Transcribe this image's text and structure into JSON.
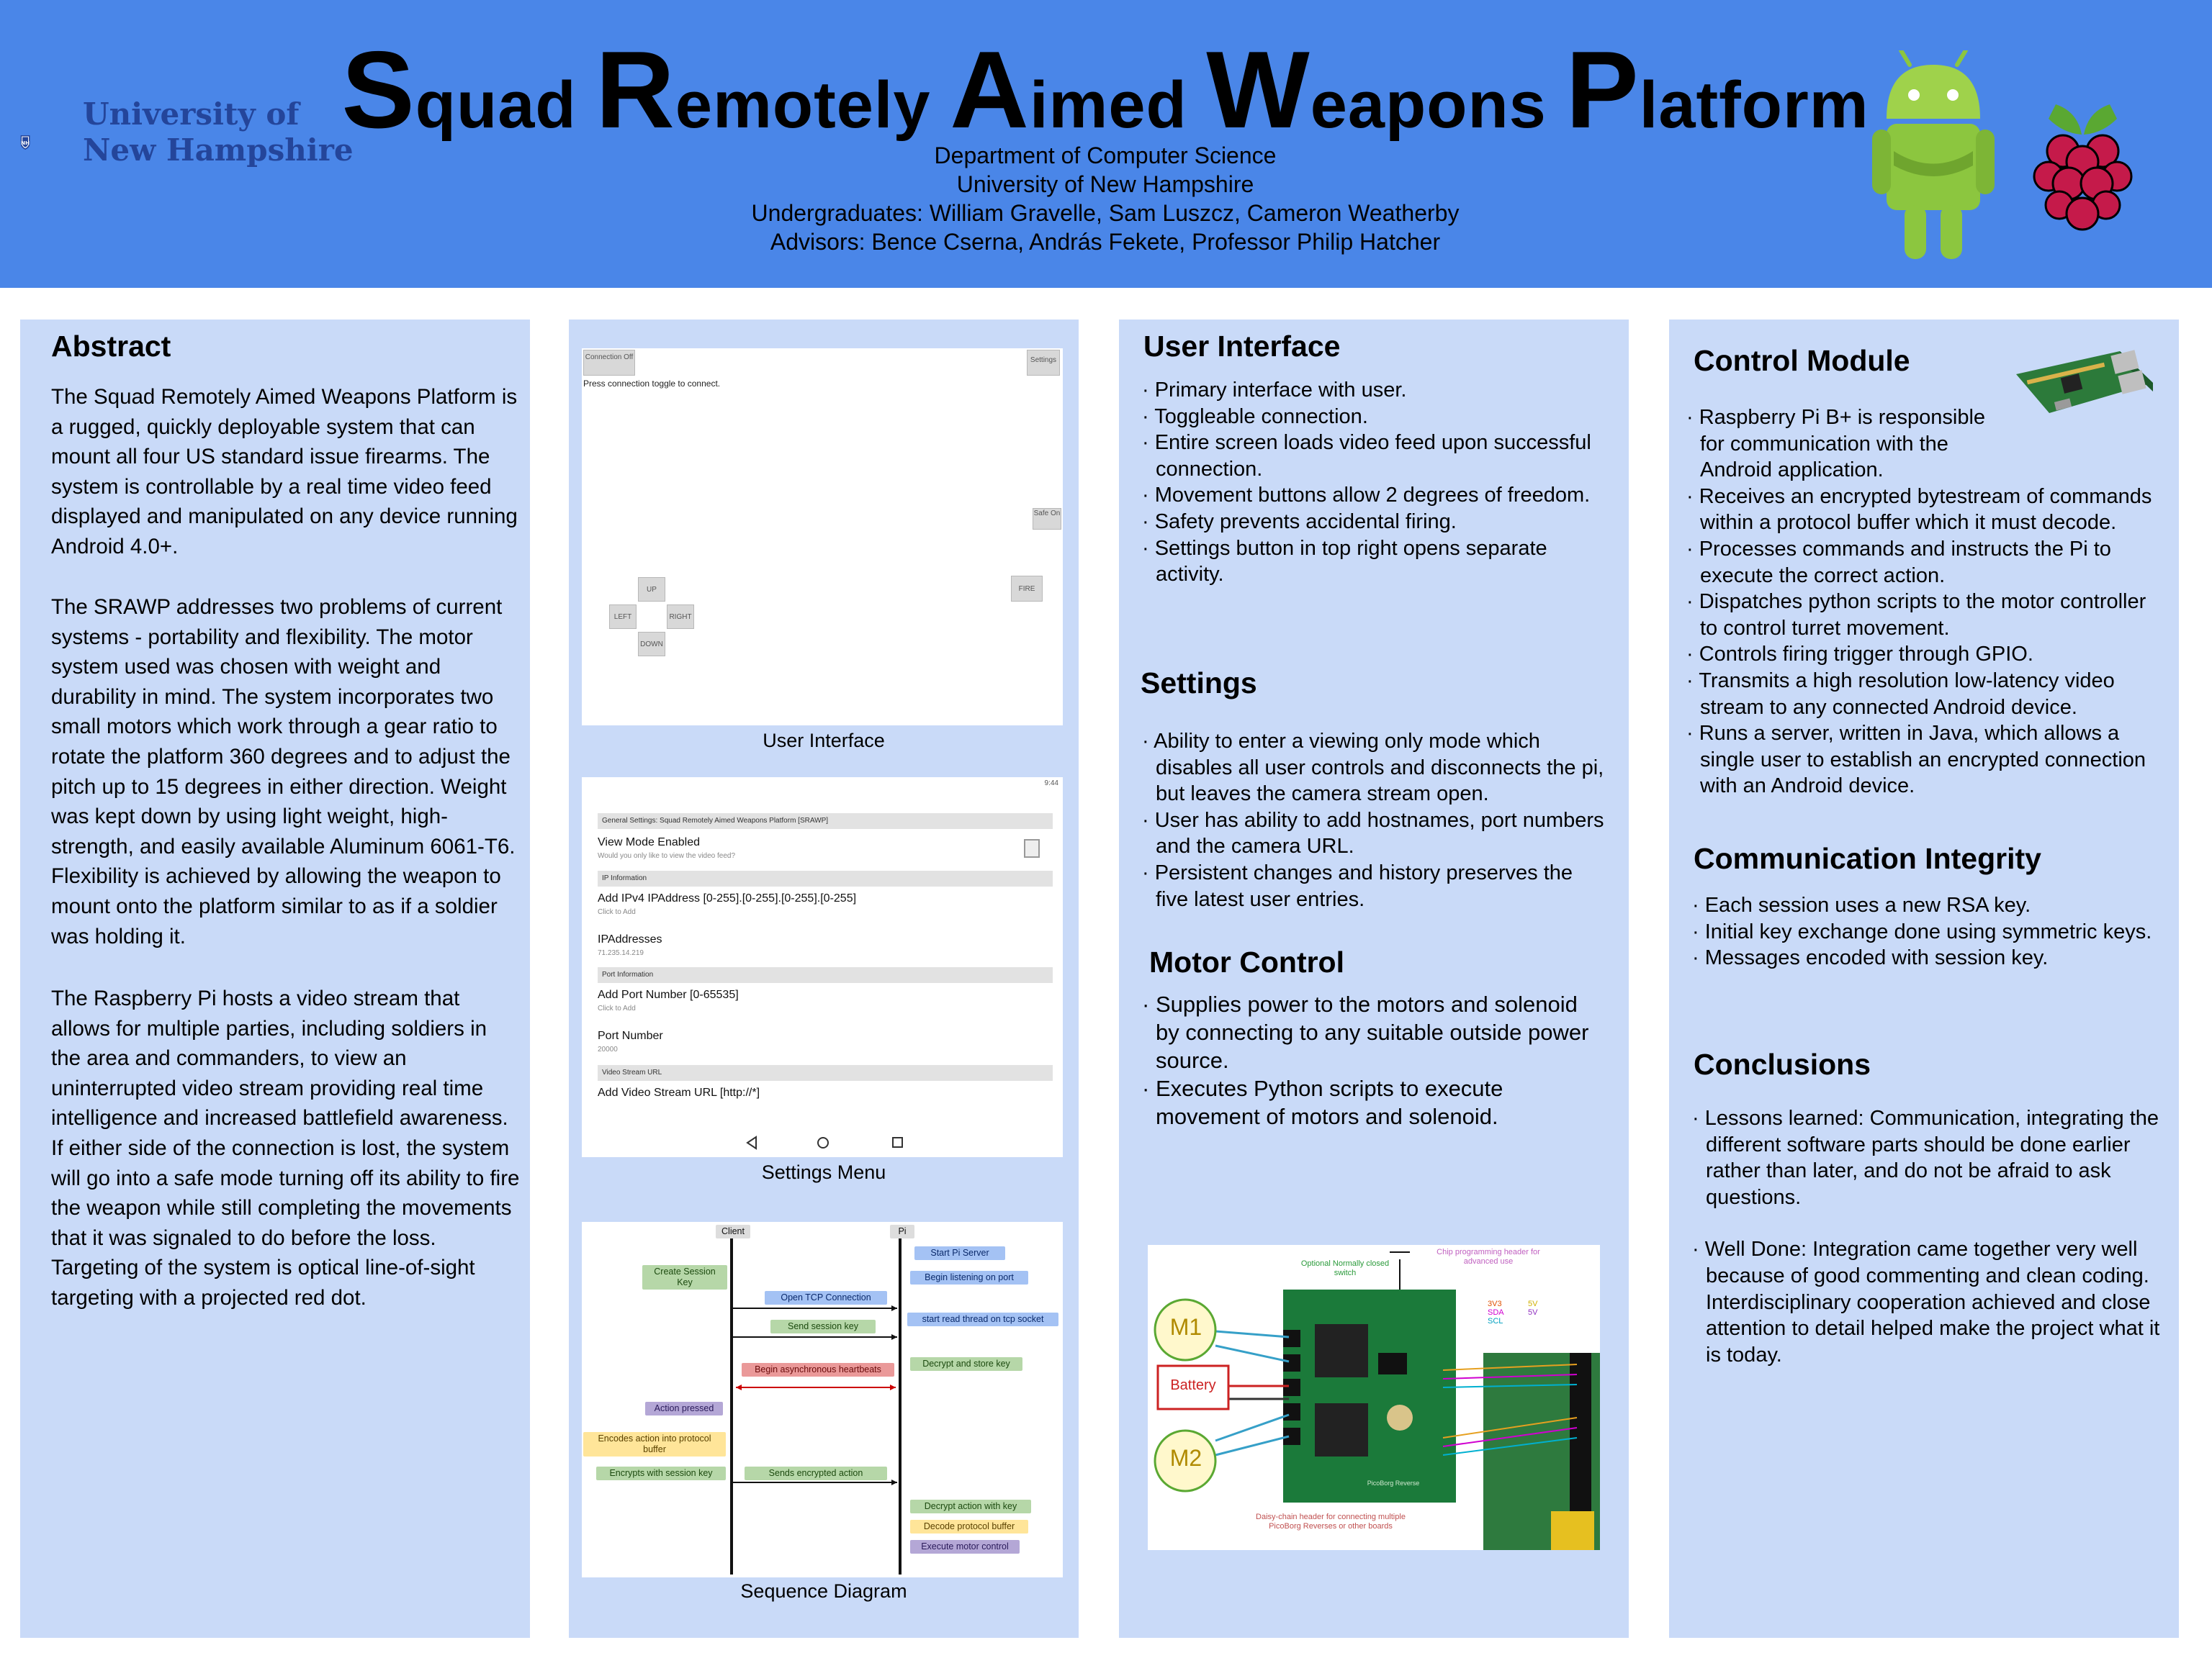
{
  "header": {
    "university": [
      "University of",
      "New Hampshire"
    ],
    "title_words": [
      {
        "cap": "S",
        "rest": "quad"
      },
      {
        "cap": "R",
        "rest": "emotely"
      },
      {
        "cap": "A",
        "rest": "imed"
      },
      {
        "cap": "W",
        "rest": "eapons"
      },
      {
        "cap": "P",
        "rest": "latform"
      }
    ],
    "department": "Department of Computer Science",
    "institution": "University of New Hampshire",
    "undergraduates": "Undergraduates: William Gravelle, Sam Luszcz, Cameron Weatherby",
    "advisors": "Advisors: Bence Cserna, András Fekete, Professor Philip Hatcher"
  },
  "abstract": {
    "heading": "Abstract",
    "paragraphs": [
      "The Squad Remotely Aimed Weapons Platform is a rugged, quickly deployable system that can mount all four US standard issue firearms. The system is controllable by a real time video feed displayed and manipulated on any device running Android 4.0+.",
      "The SRAWP addresses two problems of current systems - portability and flexibility. The motor system used was chosen with weight and durability in mind. The system incorporates two small motors which work through a gear ratio to rotate the platform 360 degrees and to adjust the pitch up to 15 degrees in either direction. Weight was kept down by using light weight, high-strength, and easily available Aluminum 6061-T6. Flexibility is achieved by allowing the weapon to mount onto the platform similar to as if a soldier was holding it.",
      "The Raspberry Pi hosts a video stream that allows for multiple parties, including soldiers in the area and commanders, to view an uninterrupted video stream providing real time intelligence and increased battlefield awareness. If either side of the connection is lost, the system will go into a safe mode turning off its ability to fire the weapon while still completing the movements that it was signaled to do before the loss. Targeting of the system is optical line-of-sight targeting with a projected red dot."
    ]
  },
  "figures": {
    "ui_caption": "User Interface",
    "settings_caption": "Settings Menu",
    "sequence_caption": "Sequence Diagram",
    "ui_screen": {
      "connection_btn": "Connection Off",
      "settings_btn": "Settings",
      "hint": "Press connection toggle to connect.",
      "safe_btn": "Safe On",
      "fire_btn": "FIRE",
      "up": "UP",
      "left": "LEFT",
      "right": "RIGHT",
      "down": "DOWN"
    },
    "settings_screen": {
      "time": "9:44",
      "general_header": "General Settings: Squad Remotely Aimed Weapons Platform [SRAWP]",
      "view_mode": "View Mode Enabled",
      "view_mode_sub": "Would you only like to view the video feed?",
      "ip_header": "IP Information",
      "add_ip": "Add IPv4 IPAddress [0-255].[0-255].[0-255].[0-255]",
      "add_ip_sub": "Click to Add",
      "ip_label": "IPAddresses",
      "ip_value": "71.235.14.219",
      "port_header": "Port Information",
      "add_port": "Add Port Number [0-65535]",
      "add_port_sub": "Click to Add",
      "port_label": "Port Number",
      "port_value": "20000",
      "video_header": "Video Stream URL",
      "add_video": "Add Video Stream URL [http://*]"
    },
    "sequence": {
      "client": "Client",
      "pi": "Pi",
      "items": [
        "Start Pi Server",
        "Create Session Key",
        "Begin listening on port",
        "Open TCP Connection",
        "start read thread on tcp socket",
        "Send session key",
        "Decrypt and store key",
        "Begin asynchronous heartbeats",
        "Action pressed",
        "Encodes action into protocol buffer",
        "Encrypts with session key",
        "Sends encrypted action",
        "Decrypt action with key",
        "Decode protocol buffer",
        "Execute motor control"
      ]
    }
  },
  "ui_section": {
    "heading": "User Interface",
    "bullets": [
      "Primary interface with user.",
      "Toggleable connection.",
      "Entire screen loads video feed upon successful connection.",
      "Movement buttons allow 2 degrees of freedom.",
      "Safety prevents accidental firing.",
      "Settings button in top right opens separate activity."
    ]
  },
  "settings_section": {
    "heading": "Settings",
    "bullets": [
      "Ability to enter a viewing only mode which disables all user controls and disconnects the pi, but leaves the camera stream open.",
      "User has ability to add hostnames, port numbers and the camera URL.",
      "Persistent changes and history preserves the five latest user entries."
    ]
  },
  "motor_section": {
    "heading": "Motor Control",
    "bullets": [
      "Supplies power to the motors and solenoid by connecting to any suitable outside power source.",
      "Executes Python scripts to execute movement of motors and solenoid."
    ]
  },
  "wiring": {
    "m1": "M1",
    "m2": "M2",
    "battery": "Battery",
    "switch_note": "Optional Normally closed switch",
    "chip_note": "Chip programming header for advanced use",
    "daisy_note": "Daisy-chain header for connecting multiple PicoBorg Reverses or other boards",
    "pins": [
      "3V3",
      "SDA",
      "SCL",
      "5V",
      "5V"
    ],
    "board": "PicoBorg Reverse"
  },
  "control_section": {
    "heading": "Control Module",
    "bullets": [
      "Raspberry Pi B+ is responsible for communication with the Android application.",
      "Receives an encrypted bytestream of commands within a protocol buffer which it must decode.",
      "Processes commands and instructs the Pi to execute the correct action.",
      "Dispatches python scripts to the motor controller to control turret movement.",
      "Controls firing trigger through GPIO.",
      "Transmits a high resolution low-latency video stream to any connected Android device.",
      "Runs a server, written in Java, which allows a single user to establish an encrypted connection with an Android device."
    ]
  },
  "integrity_section": {
    "heading": "Communication Integrity",
    "bullets": [
      "Each session uses a new RSA key.",
      "Initial key exchange done using symmetric keys.",
      "Messages encoded with session key."
    ]
  },
  "conclusions_section": {
    "heading": "Conclusions",
    "bullets": [
      "Lessons learned: Communication, integrating the different software parts should be done earlier rather than later, and do not be afraid to ask questions.",
      "Well Done: Integration came together very well because of good commenting and clean coding. Interdisciplinary cooperation achieved and close attention to detail helped make the project what it is today."
    ]
  },
  "colors": {
    "header_blue": "#4a86e8",
    "panel_blue": "#c9daf8",
    "unh_navy": "#24459a"
  }
}
